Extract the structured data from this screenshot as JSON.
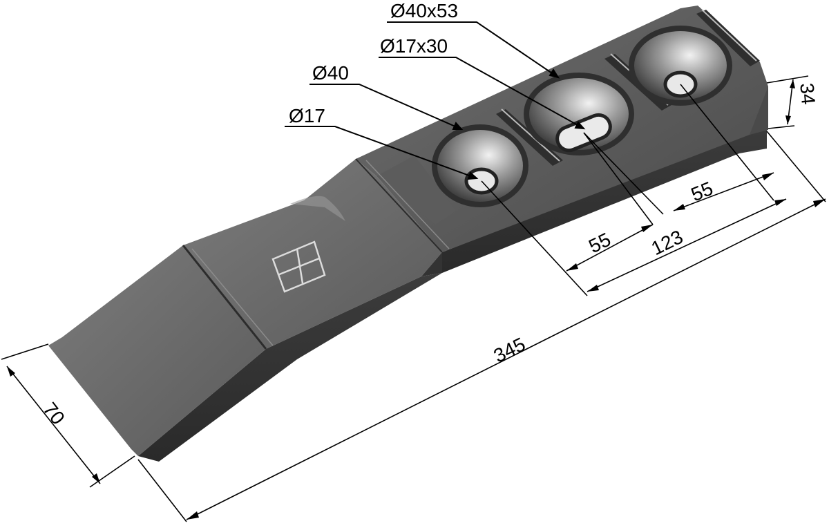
{
  "labels": {
    "hole_small_dia": "Ø17",
    "counterbore_small_dia": "Ø40",
    "slot_size": "Ø17x30",
    "counterbore_slot_size": "Ø40x53"
  },
  "dimensions": {
    "overall_length": "345",
    "width": "70",
    "thickness": "34",
    "hole_spacing_a": "55",
    "hole_spacing_b": "55",
    "hole_span": "123"
  },
  "colors": {
    "body_dark": "#3a3a3a",
    "body_mid": "#555555",
    "body_light": "#7a7a7a",
    "highlight": "#e8e8e8"
  }
}
